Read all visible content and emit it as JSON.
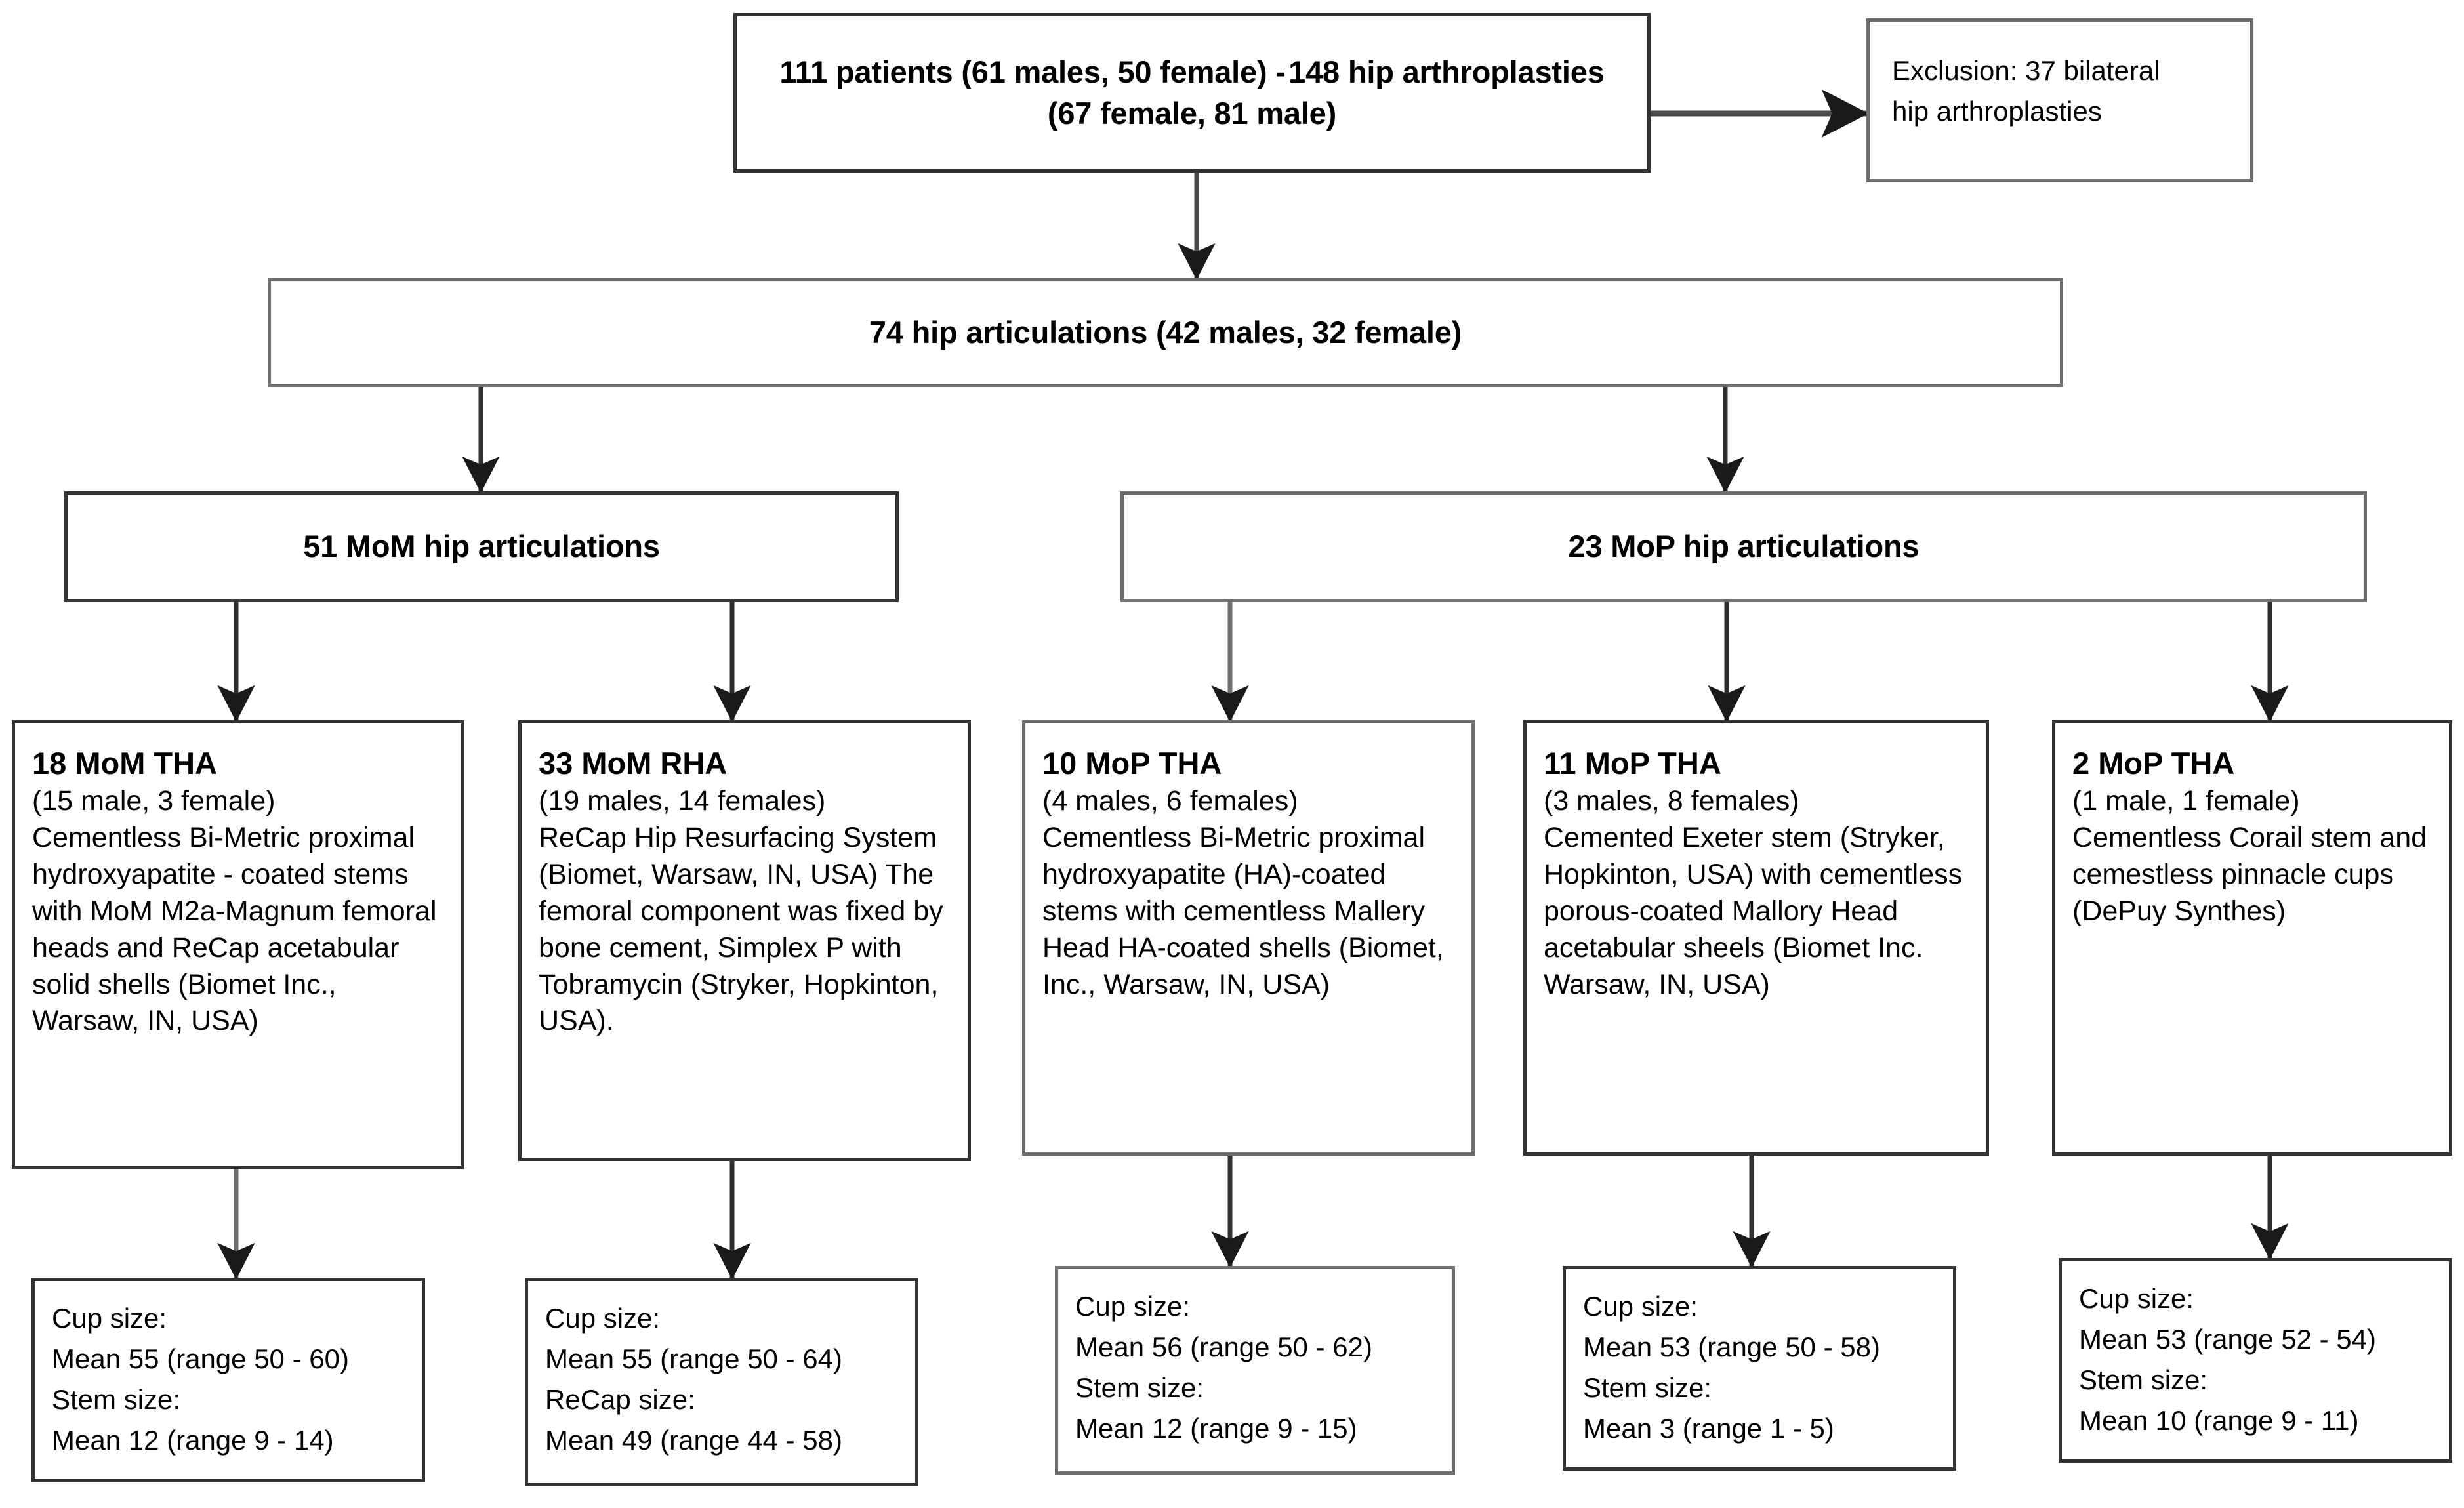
{
  "diagram": {
    "type": "flowchart",
    "title": "Patient and hip arthroplasty selection flow",
    "colors": {
      "box_border_gray": "#6e6e6e",
      "box_border_dark": "#333333",
      "background": "#ffffff",
      "text": "#000000",
      "connector": "#4a4a4a"
    }
  },
  "tier1": {
    "enrollment": {
      "line1": "111 patients (61 males, 50 female) -",
      "line2": "148 hip arthroplasties (67 female, 81 male)"
    },
    "exclusion": {
      "line1": "Exclusion: 37 bilateral",
      "line2": "hip arthroplasties"
    }
  },
  "tier2": {
    "included": "74 hip articulations (42 males, 32 female)"
  },
  "tier3": {
    "mom_group": "51 MoM hip articulations",
    "mop_group": "23 MoP hip articulations"
  },
  "tier4": [
    {
      "heading": "18 MoM THA",
      "sex": "(15 male, 3 female)",
      "description": "Cementless Bi-Metric proximal hydroxyapatite - coated stems with MoM M2a-Magnum femoral heads and ReCap acetabular solid shells (Biomet Inc., Warsaw, IN, USA)"
    },
    {
      "heading": "33 MoM RHA",
      "sex": "(19 males, 14 females)",
      "description": "ReCap Hip Resurfacing System (Biomet, Warsaw, IN, USA) The femoral component was fixed by bone cement, Simplex P with Tobramycin (Stryker, Hopkinton, USA)."
    },
    {
      "heading": "10 MoP THA",
      "sex": "(4 males, 6 females)",
      "description": "Cementless Bi-Metric proximal hydroxyapatite (HA)-coated stems with cementless Mallery Head HA-coated shells (Biomet, Inc., Warsaw, IN, USA)"
    },
    {
      "heading": "11 MoP THA",
      "sex": "(3 males, 8 females)",
      "description": "Cemented Exeter stem (Stryker, Hopkinton, USA) with cementless porous-coated Mallory Head acetabular sheels (Biomet Inc. Warsaw, IN, USA)"
    },
    {
      "heading": "2 MoP THA",
      "sex": "(1 male, 1 female)",
      "description": "Cementless Corail stem and cemestless pinnacle cups (DePuy Synthes)"
    }
  ],
  "tier5": [
    {
      "label1": "Cup size:",
      "value1": "Mean 55 (range 50 - 60)",
      "label2": "Stem size:",
      "value2": "Mean 12 (range 9 - 14)"
    },
    {
      "label1": "Cup size:",
      "value1": "Mean 55 (range 50 - 64)",
      "label2": "ReCap size:",
      "value2": "Mean 49 (range 44 - 58)"
    },
    {
      "label1": "Cup size:",
      "value1": "Mean 56 (range 50 - 62)",
      "label2": "Stem size:",
      "value2": "Mean 12 (range 9 - 15)"
    },
    {
      "label1": "Cup size:",
      "value1": "Mean 53 (range 50 - 58)",
      "label2": "Stem size:",
      "value2": "Mean 3 (range 1 - 5)"
    },
    {
      "label1": "Cup size:",
      "value1": "Mean 53 (range 52 - 54)",
      "label2": "Stem size:",
      "value2": "Mean 10 (range 9 - 11)"
    }
  ]
}
